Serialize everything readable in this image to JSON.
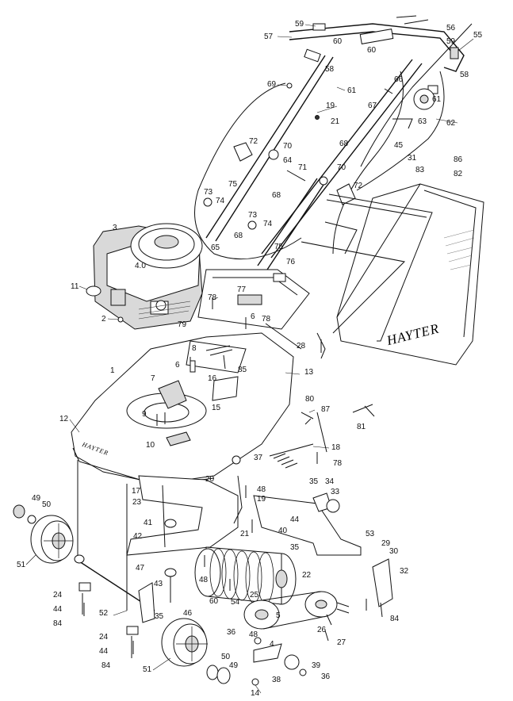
{
  "brand": {
    "grassbox_text": "HAYTER",
    "deck_text": "HAYTER"
  },
  "engine": {
    "badge_text": "4.0"
  },
  "callouts": [
    {
      "id": "c59a",
      "text": "59"
    },
    {
      "id": "c56",
      "text": "56"
    },
    {
      "id": "c55",
      "text": "55"
    },
    {
      "id": "c57",
      "text": "57"
    },
    {
      "id": "c60a",
      "text": "60"
    },
    {
      "id": "c60b",
      "text": "60"
    },
    {
      "id": "c59b",
      "text": "59"
    },
    {
      "id": "c58a",
      "text": "58"
    },
    {
      "id": "c58b",
      "text": "58"
    },
    {
      "id": "c69",
      "text": "69"
    },
    {
      "id": "c61a",
      "text": "61"
    },
    {
      "id": "c66",
      "text": "66"
    },
    {
      "id": "c61b",
      "text": "61"
    },
    {
      "id": "c19a",
      "text": "19"
    },
    {
      "id": "c67",
      "text": "67"
    },
    {
      "id": "c21a",
      "text": "21"
    },
    {
      "id": "c63",
      "text": "63"
    },
    {
      "id": "c62",
      "text": "62"
    },
    {
      "id": "c72a",
      "text": "72"
    },
    {
      "id": "c70a",
      "text": "70"
    },
    {
      "id": "c68a",
      "text": "68"
    },
    {
      "id": "c45",
      "text": "45"
    },
    {
      "id": "c31",
      "text": "31"
    },
    {
      "id": "c86",
      "text": "86"
    },
    {
      "id": "c64",
      "text": "64"
    },
    {
      "id": "c83",
      "text": "83"
    },
    {
      "id": "c82",
      "text": "82"
    },
    {
      "id": "c71",
      "text": "71"
    },
    {
      "id": "c70b",
      "text": "70"
    },
    {
      "id": "c75a",
      "text": "75"
    },
    {
      "id": "c73a",
      "text": "73"
    },
    {
      "id": "c74a",
      "text": "74"
    },
    {
      "id": "c72b",
      "text": "72"
    },
    {
      "id": "c68b",
      "text": "68"
    },
    {
      "id": "c3",
      "text": "3"
    },
    {
      "id": "c73b",
      "text": "73"
    },
    {
      "id": "c74b",
      "text": "74"
    },
    {
      "id": "c68c",
      "text": "68"
    },
    {
      "id": "c65",
      "text": "65"
    },
    {
      "id": "c75b",
      "text": "75"
    },
    {
      "id": "c76",
      "text": "76"
    },
    {
      "id": "c11",
      "text": "11"
    },
    {
      "id": "c77",
      "text": "77"
    },
    {
      "id": "c78a",
      "text": "78"
    },
    {
      "id": "c2",
      "text": "2"
    },
    {
      "id": "c79",
      "text": "79"
    },
    {
      "id": "c6a",
      "text": "6"
    },
    {
      "id": "c78b",
      "text": "78"
    },
    {
      "id": "c28",
      "text": "28"
    },
    {
      "id": "c8",
      "text": "8"
    },
    {
      "id": "c6b",
      "text": "6"
    },
    {
      "id": "c85",
      "text": "85"
    },
    {
      "id": "c13",
      "text": "13"
    },
    {
      "id": "c1",
      "text": "1"
    },
    {
      "id": "c7",
      "text": "7"
    },
    {
      "id": "c16",
      "text": "16"
    },
    {
      "id": "c80",
      "text": "80"
    },
    {
      "id": "c87",
      "text": "87"
    },
    {
      "id": "c9",
      "text": "9"
    },
    {
      "id": "c15",
      "text": "15"
    },
    {
      "id": "c81",
      "text": "81"
    },
    {
      "id": "c12",
      "text": "12"
    },
    {
      "id": "c10",
      "text": "10"
    },
    {
      "id": "c18",
      "text": "18"
    },
    {
      "id": "c37",
      "text": "37"
    },
    {
      "id": "c78c",
      "text": "78"
    },
    {
      "id": "c20",
      "text": "20"
    },
    {
      "id": "c48a",
      "text": "48"
    },
    {
      "id": "c17",
      "text": "17"
    },
    {
      "id": "c35a",
      "text": "35"
    },
    {
      "id": "c34",
      "text": "34"
    },
    {
      "id": "c23",
      "text": "23"
    },
    {
      "id": "c19b",
      "text": "19"
    },
    {
      "id": "c33",
      "text": "33"
    },
    {
      "id": "c49a",
      "text": "49"
    },
    {
      "id": "c50a",
      "text": "50"
    },
    {
      "id": "c41",
      "text": "41"
    },
    {
      "id": "c44a",
      "text": "44"
    },
    {
      "id": "c21b",
      "text": "21"
    },
    {
      "id": "c40",
      "text": "40"
    },
    {
      "id": "c53",
      "text": "53"
    },
    {
      "id": "c42",
      "text": "42"
    },
    {
      "id": "c35b",
      "text": "35"
    },
    {
      "id": "c29",
      "text": "29"
    },
    {
      "id": "c30",
      "text": "30"
    },
    {
      "id": "c51a",
      "text": "51"
    },
    {
      "id": "c47",
      "text": "47"
    },
    {
      "id": "c48b",
      "text": "48"
    },
    {
      "id": "c22",
      "text": "22"
    },
    {
      "id": "c32",
      "text": "32"
    },
    {
      "id": "c43",
      "text": "43"
    },
    {
      "id": "c24a",
      "text": "24"
    },
    {
      "id": "c44b",
      "text": "44"
    },
    {
      "id": "c52",
      "text": "52"
    },
    {
      "id": "c46",
      "text": "46"
    },
    {
      "id": "c60c",
      "text": "60"
    },
    {
      "id": "c54",
      "text": "54"
    },
    {
      "id": "c25",
      "text": "25"
    },
    {
      "id": "c84a",
      "text": "84"
    },
    {
      "id": "c35c",
      "text": "35"
    },
    {
      "id": "c5",
      "text": "5"
    },
    {
      "id": "c26",
      "text": "26"
    },
    {
      "id": "c84b",
      "text": "84"
    },
    {
      "id": "c27",
      "text": "27"
    },
    {
      "id": "c24b",
      "text": "24"
    },
    {
      "id": "c44c",
      "text": "44"
    },
    {
      "id": "c36a",
      "text": "36"
    },
    {
      "id": "c48c",
      "text": "48"
    },
    {
      "id": "c4",
      "text": "4"
    },
    {
      "id": "c84c",
      "text": "84"
    },
    {
      "id": "c51b",
      "text": "51"
    },
    {
      "id": "c50b",
      "text": "50"
    },
    {
      "id": "c49b",
      "text": "49"
    },
    {
      "id": "c39",
      "text": "39"
    },
    {
      "id": "c36b",
      "text": "36"
    },
    {
      "id": "c38",
      "text": "38"
    },
    {
      "id": "c14",
      "text": "14"
    }
  ]
}
